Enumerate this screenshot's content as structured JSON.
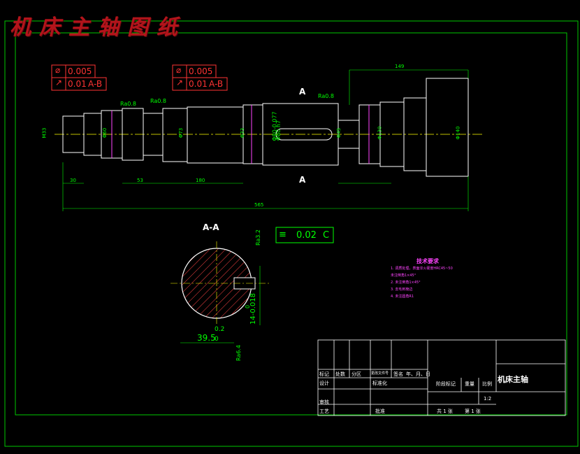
{
  "title": "机床主轴图纸",
  "colors": {
    "background": "#000000",
    "frame": "#00c800",
    "outline": "#ffffff",
    "dimension": "#00ff00",
    "tolerance": "#ff3333",
    "centerline": "#ffff00",
    "keyway_fill": "#ff44ff",
    "note": "#ff44ff",
    "title_red": "#b3141b"
  },
  "tolerance_frames": [
    {
      "symbol_1": "circular-runout-icon",
      "value_1": "0.005",
      "symbol_2": "total-runout-icon",
      "value_2": "0.01",
      "datum_2": "A-B"
    },
    {
      "symbol_1": "circular-runout-icon",
      "value_1": "0.005",
      "symbol_2": "total-runout-icon",
      "value_2": "0.01",
      "datum_2": "A-B"
    }
  ],
  "roughness": {
    "r1": "Ra0.8",
    "r2": "Ra0.8",
    "r3": "Ra0.8",
    "r4": "Ra3.2",
    "r5": "Ra6.4"
  },
  "section_marks": {
    "top": "A",
    "bottom": "A",
    "view_label": "A-A"
  },
  "dimensions": {
    "overall": "565",
    "right_end": "149",
    "d30": "30",
    "d53": "53",
    "d180": "180",
    "keyway_width": "39.5",
    "keyway_width_tol": "0.2",
    "keyway_width_lower": "0",
    "keyway_depth": "14-0.018",
    "keyway_depth_lower": "0",
    "dia_main": "Φ80-0.077",
    "dia_main_alt": "Φ80 h7",
    "dia_a": "M33",
    "dia_b": "Φ73",
    "dia_c": "Φ33",
    "dia_d": "Φ60",
    "dia_e": "Φ45",
    "dia_f": "Φ130",
    "dia_g": "Φ140"
  },
  "symmetry_frame": {
    "symbol": "symmetry-icon",
    "value": "0.02",
    "datum": "C"
  },
  "technical_requirements": {
    "heading": "技术要求",
    "items": [
      "1. 调质处理，表面淬火硬度HRC45~50",
      "   未注倒角1×45°",
      "2. 未注倒角1×45°",
      "3. 去毛刺棱边",
      "4. 未注圆角R1"
    ]
  },
  "title_block": {
    "headers": [
      "标记",
      "处数",
      "分区",
      "更改文件号",
      "签名",
      "年、月、日"
    ],
    "row_design": "设计",
    "row_standard": "标准化",
    "row_review": "审核",
    "row_process": "工艺",
    "row_approve": "批准",
    "stage_mark": "阶段标记",
    "weight": "重量",
    "scale_label": "比例",
    "scale_value": "1:2",
    "sheets_total": "共 1 张",
    "sheet_no": "第 1 张",
    "drawing_name": "机床主轴"
  }
}
